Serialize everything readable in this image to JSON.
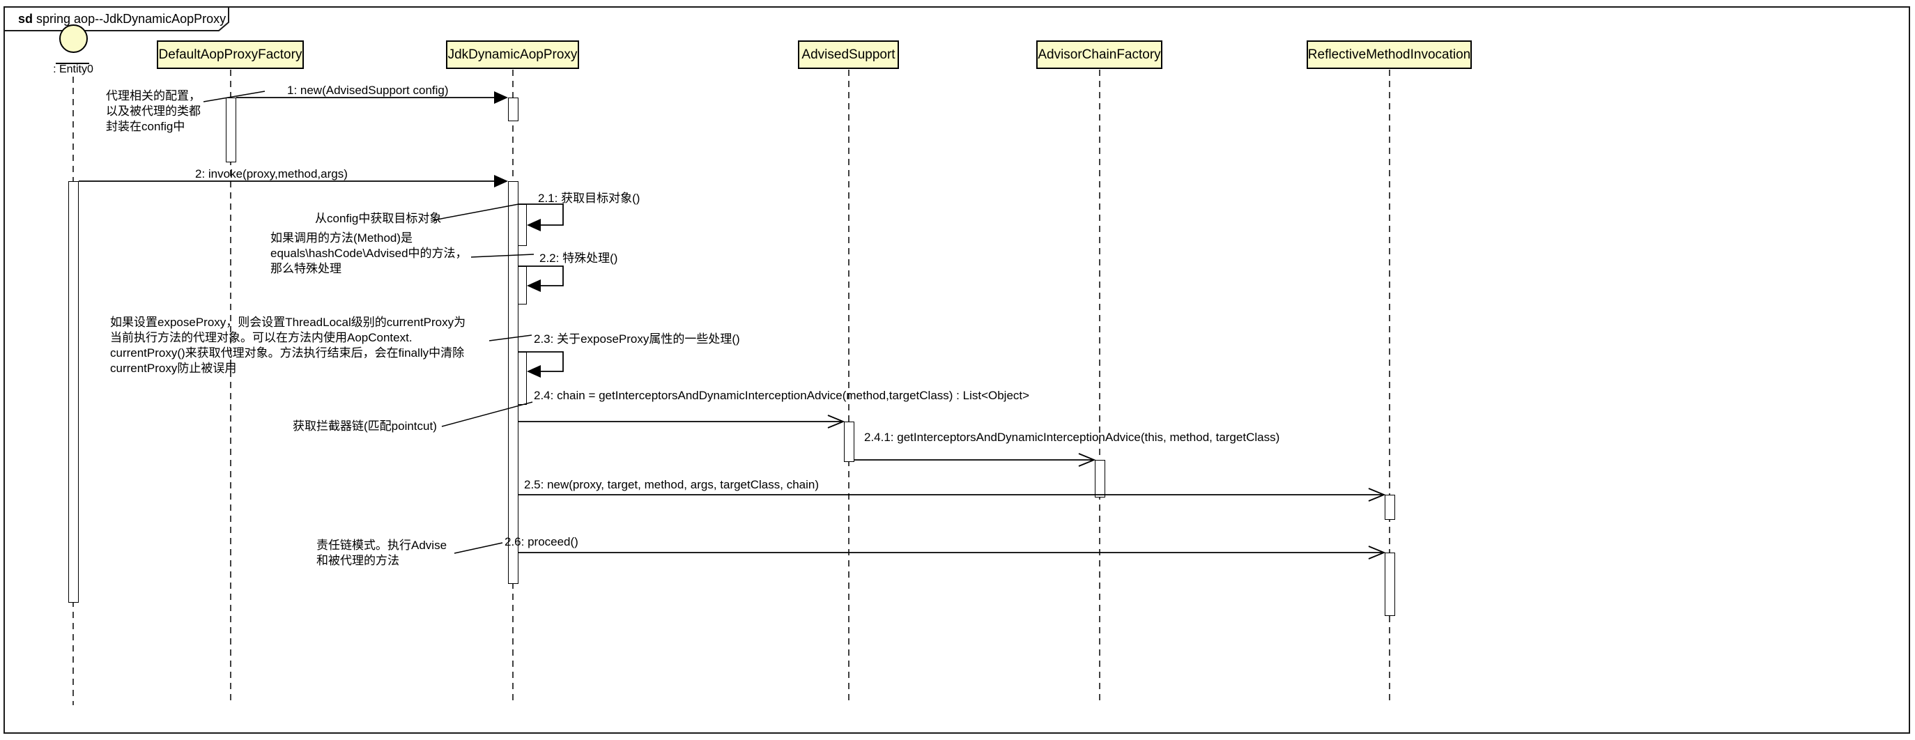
{
  "frame": {
    "keyword": "sd",
    "title": " spring aop--JdkDynamicAopProxy"
  },
  "colors": {
    "lifeline_fill": "#fbfbc9",
    "border": "#000000",
    "background": "#ffffff"
  },
  "lifelines": [
    {
      "id": "entity0",
      "label": ": Entity0",
      "kind": "entity-circle"
    },
    {
      "id": "default-aop-proxy-factory",
      "label": "DefaultAopProxyFactory",
      "kind": "class"
    },
    {
      "id": "jdk-dynamic-aop-proxy",
      "label": "JdkDynamicAopProxy",
      "kind": "class"
    },
    {
      "id": "advised-support",
      "label": "AdvisedSupport",
      "kind": "class"
    },
    {
      "id": "advisor-chain-factory",
      "label": "AdvisorChainFactory",
      "kind": "class"
    },
    {
      "id": "reflective-method-invocation",
      "label": "ReflectiveMethodInvocation",
      "kind": "class"
    }
  ],
  "messages": [
    {
      "label": "1: new(AdvisedSupport config)",
      "from": "DefaultAopProxyFactory",
      "to": "JdkDynamicAopProxy"
    },
    {
      "label": "2: invoke(proxy,method,args)",
      "from": ": Entity0",
      "to": "JdkDynamicAopProxy"
    },
    {
      "label": "2.1: 获取目标对象()",
      "from": "JdkDynamicAopProxy",
      "to": "JdkDynamicAopProxy"
    },
    {
      "label": "2.2: 特殊处理()",
      "from": "JdkDynamicAopProxy",
      "to": "JdkDynamicAopProxy"
    },
    {
      "label": "2.3: 关于exposeProxy属性的一些处理()",
      "from": "JdkDynamicAopProxy",
      "to": "JdkDynamicAopProxy"
    },
    {
      "label": "2.4: chain = getInterceptorsAndDynamicInterceptionAdvice(method,targetClass) : List<Object>",
      "from": "JdkDynamicAopProxy",
      "to": "AdvisedSupport"
    },
    {
      "label": "2.4.1: getInterceptorsAndDynamicInterceptionAdvice(this, method, targetClass)",
      "from": "AdvisedSupport",
      "to": "AdvisorChainFactory"
    },
    {
      "label": "2.5: new(proxy, target, method, args, targetClass, chain)",
      "from": "JdkDynamicAopProxy",
      "to": "ReflectiveMethodInvocation"
    },
    {
      "label": "2.6: proceed()",
      "from": "JdkDynamicAopProxy",
      "to": "ReflectiveMethodInvocation"
    }
  ],
  "notes": [
    {
      "lines": [
        "代理相关的配置，",
        "以及被代理的类都",
        "封装在config中"
      ]
    },
    {
      "lines": [
        "从config中获取目标对象"
      ]
    },
    {
      "lines": [
        "如果调用的方法(Method)是",
        "equals\\hashCode\\Advised中的方法，",
        "那么特殊处理"
      ]
    },
    {
      "lines": [
        "如果设置exposeProxy，则会设置ThreadLocal级别的currentProxy为",
        "当前执行方法的代理对象。可以在方法内使用AopContext.",
        "currentProxy()来获取代理对象。方法执行结束后，会在finally中清除",
        "currentProxy防止被误用"
      ]
    },
    {
      "lines": [
        "获取拦截器链(匹配pointcut)"
      ]
    },
    {
      "lines": [
        "责任链模式。执行Advise",
        "和被代理的方法"
      ]
    }
  ]
}
